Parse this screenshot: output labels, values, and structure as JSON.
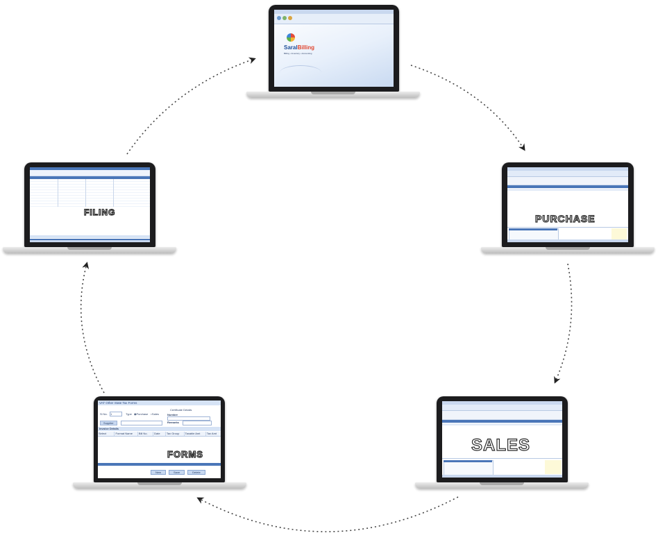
{
  "cycle": {
    "home": {
      "brand_first": "Saral",
      "brand_second": "Billing",
      "tagline": "Billing • Inventory • Accounting"
    },
    "purchase": {
      "label": "PURCHASE"
    },
    "sales": {
      "label": "SALES"
    },
    "forms": {
      "label": "FORMS",
      "window_title": "VAT Other State Tax Forms",
      "sl_no_label": "Sl No.",
      "sl_no_value": "1",
      "type_label": "Type",
      "type_option_purchase": "Purchase",
      "type_option_sales": "Sales",
      "cert_title": "Certificate Details",
      "number_label": "Number",
      "supplier_label": "Supplier",
      "remarks_label": "Remarks",
      "invoice_section": "Invoice Details",
      "columns": [
        "Select",
        "Format Name",
        "Bill No.",
        "Date",
        "Tax Group",
        "Taxable Amt",
        "Tax Amt"
      ],
      "buttons": {
        "new": "New",
        "save": "Save",
        "delete": "Delete"
      }
    },
    "filing": {
      "label": "FILING"
    }
  },
  "colors": {
    "arrow": "#333333",
    "bezel": "#1c1c1e",
    "app_blue": "#4a76b8",
    "app_header": "#d6e3f5"
  }
}
